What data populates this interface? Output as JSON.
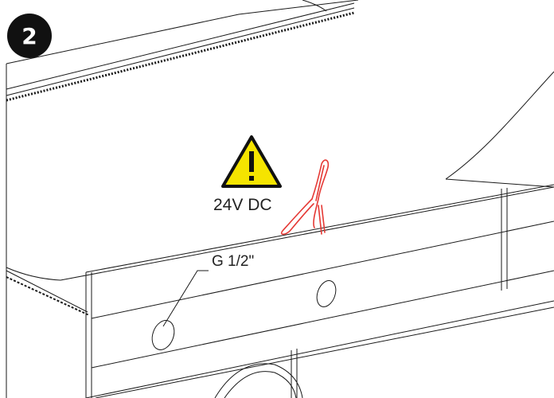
{
  "step": {
    "number": "2"
  },
  "callouts": {
    "port_size": "G 1/2\"",
    "voltage": "24V DC"
  },
  "icons": {
    "warning": "warning-triangle-icon",
    "cable": "red-cable-icon"
  },
  "colors": {
    "warning_fill": "#f5e400",
    "cable": "#e53935",
    "line": "#1a1a1a"
  }
}
